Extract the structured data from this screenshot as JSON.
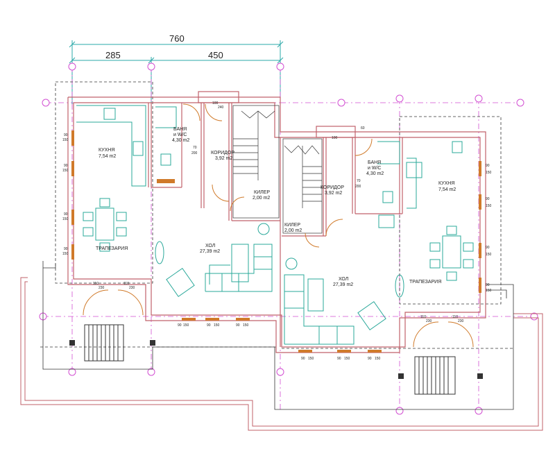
{
  "dimensions": {
    "total": "760",
    "left": "285",
    "right": "450"
  },
  "rooms_left": {
    "kitchen": {
      "name": "КУХНЯ",
      "area": "7,54 m2"
    },
    "bath": {
      "name": "БАНЯ",
      "sub": "и W/C",
      "area": "4,30 m2"
    },
    "corridor": {
      "name": "КОРИДОР",
      "area": "3,92 m2"
    },
    "storage": {
      "name": "КИЛЕР",
      "area": "2,00 m2"
    },
    "hall": {
      "name": "ХОЛ",
      "area": "27,39 m2"
    },
    "dining": {
      "name": "ТРАПЕЗАРИЯ"
    }
  },
  "rooms_right": {
    "kitchen": {
      "name": "КУХНЯ",
      "area": "7,54 m2"
    },
    "bath": {
      "name": "БАНЯ",
      "sub": "и W/C",
      "area": "4,30 m2"
    },
    "corridor": {
      "name": "КОРИДОР",
      "area": "3,92 m2"
    },
    "storage": {
      "name": "КИЛЕР",
      "area": "2,00 m2"
    },
    "hall": {
      "name": "ХОЛ",
      "area": "27,39 m2"
    },
    "dining": {
      "name": "ТРАПЕЗАРИЯ"
    }
  },
  "window_labels": {
    "w90": "90",
    "h150": "150",
    "d70": "70",
    "h200": "200",
    "d110": "110",
    "h230": "230",
    "d100": "100",
    "h240": "240",
    "d60": "60"
  },
  "colors": {
    "wall": "#c0606a",
    "grid": "#d24fd2",
    "fixture": "#2aa89a",
    "door": "#d07a2a",
    "dim": "#2aa8a8"
  }
}
